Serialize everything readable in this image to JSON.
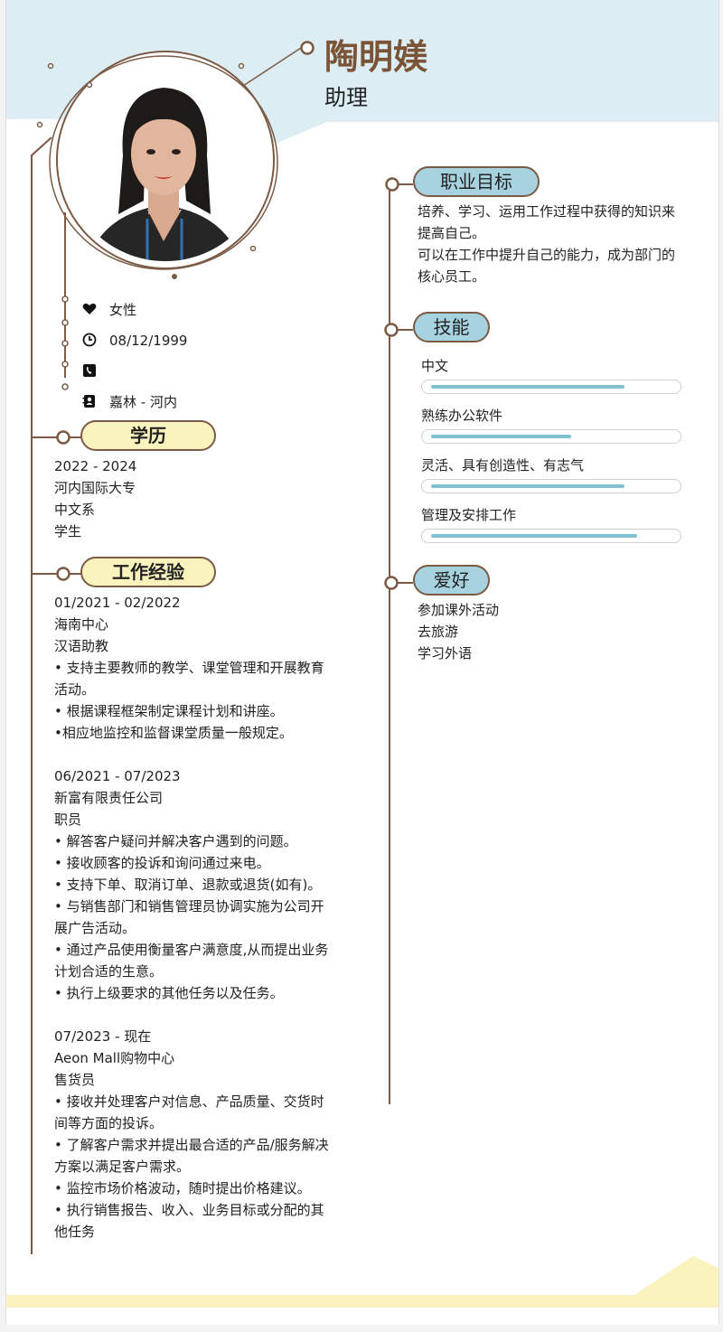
{
  "name": "陶明媄",
  "role": "助理",
  "personal": {
    "gender": "女性",
    "birthday": "08/12/1999",
    "phone": "",
    "address": "嘉林 - 河内"
  },
  "education": {
    "title": "学历",
    "period": "2022 - 2024",
    "school": "河内国际大专",
    "major": "中文系",
    "status": "学生"
  },
  "experience": {
    "title": "工作经验",
    "jobs": [
      {
        "period": "01/2021 - 02/2022",
        "company": "海南中心",
        "position": "汉语助教",
        "lines": [
          "• 支持主要教师的教学、课堂管理和开展教育",
          "活动。",
          "• 根据课程框架制定课程计划和讲座。",
          "•相应地监控和监督课堂质量一般规定。"
        ]
      },
      {
        "period": "06/2021 - 07/2023",
        "company": "新富有限责任公司",
        "position": "职员",
        "lines": [
          "• 解答客户疑问并解决客户遇到的问题。",
          "• 接收顾客的投诉和询问通过来电。",
          "• 支持下单、取消订单、退款或退货(如有)。",
          "• 与销售部门和销售管理员协调实施为公司开",
          "展广告活动。",
          "• 通过产品使用衡量客户满意度,从而提出业务",
          "计划合适的生意。",
          "• 执行上级要求的其他任务以及任务。"
        ]
      },
      {
        "period": "07/2023 - 现在",
        "company": "Aeon Mall购物中心",
        "position": "售货员",
        "lines": [
          "• 接收并处理客户对信息、产品质量、交货时",
          "间等方面的投诉。",
          "• 了解客户需求并提出最合适的产品/服务解决",
          "方案以满足客户需求。",
          "• 监控市场价格波动，随时提出价格建议。",
          "• 执行销售报告、收入、业务目标或分配的其",
          "他任务"
        ]
      }
    ]
  },
  "objective": {
    "title": "职业目标",
    "lines": [
      "培养、学习、运用工作过程中获得的知识来",
      "提高自己。",
      "可以在工作中提升自己的能力，成为部门的",
      "核心员工。"
    ]
  },
  "skills": {
    "title": "技能",
    "items": [
      {
        "name": "中文",
        "level": 0.8
      },
      {
        "name": "熟练办公软件",
        "level": 0.58
      },
      {
        "name": "灵活、具有创造性、有志气",
        "level": 0.8
      },
      {
        "name": "管理及安排工作",
        "level": 0.85
      }
    ]
  },
  "hobbies": {
    "title": "爱好",
    "items": [
      "参加课外活动",
      "去旅游",
      "学习外语"
    ]
  },
  "colors": {
    "brown": "#7b5b45",
    "name_brown": "#7b5437",
    "header_blue": "#dcedf3",
    "pill_yellow": "#fbf3bd",
    "pill_blue": "#a7d3e0",
    "bar_blue": "#7fc1d0",
    "footer_yellow": "#fbf3bd"
  },
  "icons": [
    "heart-icon",
    "clock-icon",
    "phone-icon",
    "address-book-icon"
  ]
}
